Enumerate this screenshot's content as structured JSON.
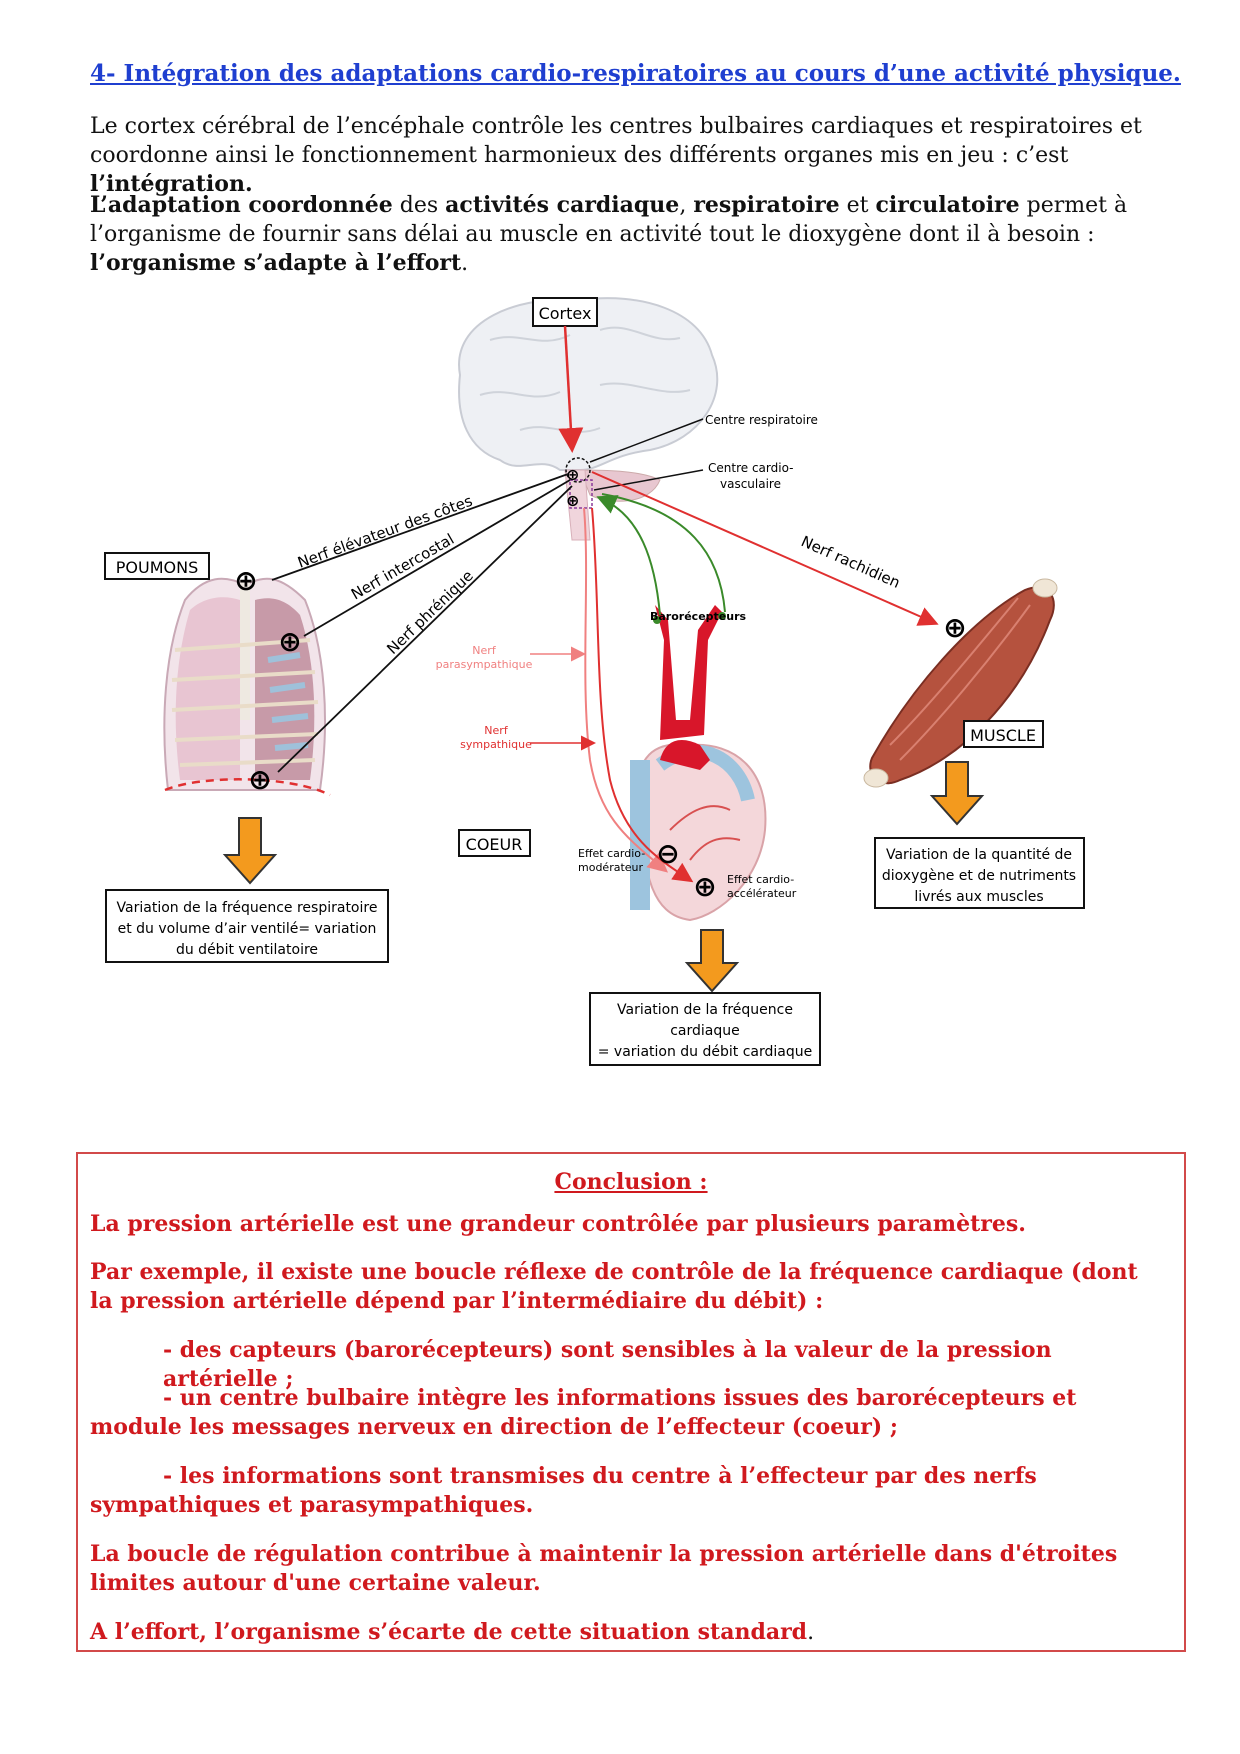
{
  "title": "4- Intégration des adaptations cardio-respiratoires au cours d’une activité physique.",
  "para1": {
    "text": "Le cortex cérébral de l’encéphale contrôle les centres bulbaires cardiaques et respiratoires et coordonne ainsi le fonctionnement harmonieux des différents organes mis en jeu : c’est ",
    "bold": "l’intégration."
  },
  "para2": {
    "b1": "L’adaptation coordonnée",
    "t1": " des ",
    "b2": "activités cardiaque",
    "t2": ", ",
    "b3": "respiratoire",
    "t3": " et ",
    "b4": "circulatoire",
    "t4": " permet à l’organisme de fournir sans délai au muscle en activité tout le dioxygène dont il à besoin : ",
    "b5": "l’organisme s’adapte à l’effort",
    "t5": "."
  },
  "diagram": {
    "cortex": "Cortex",
    "centre_resp": "Centre respiratoire",
    "centre_cv_1": "Centre cardio-",
    "centre_cv_2": "vasculaire",
    "poumons": "POUMONS",
    "nerf_elevateur": "Nerf élévateur des côtes",
    "nerf_intercostal": "Nerf intercostal",
    "nerf_phrenique": "Nerf phrénique",
    "nerf_rachidien": "Nerf rachidien",
    "barorecepteurs": "Barorécepteurs",
    "nerf_para_1": "Nerf",
    "nerf_para_2": "parasympathique",
    "nerf_symp_1": "Nerf",
    "nerf_symp_2": "sympathique",
    "coeur": "COEUR",
    "muscle": "MUSCLE",
    "effet_mod_1": "Effet cardio-",
    "effet_mod_2": "modérateur",
    "effet_acc_1": "Effet cardio-",
    "effet_acc_2": "accélérateur",
    "box_resp": [
      "Variation de la fréquence respiratoire",
      "et du volume d’air ventilé= variation",
      "du débit ventilatoire"
    ],
    "box_card": [
      "Variation de la fréquence",
      "cardiaque",
      "= variation du débit cardiaque"
    ],
    "box_muscle": [
      "Variation de la quantité de",
      "dioxygène et de nutriments",
      "livrés aux muscles"
    ]
  },
  "conclusion": {
    "title": "Conclusion :",
    "p1": "La pression artérielle est une grandeur contrôlée par plusieurs paramètres.",
    "p2": "Par exemple, il existe une boucle réflexe de contrôle de la fréquence cardiaque (dont la pression artérielle dépend par l’intermédiaire du débit) :",
    "p3": "- des capteurs (barorécepteurs) sont sensibles à la valeur de la pression artérielle ;",
    "p4": "- un centre bulbaire intègre les informations issues des barorécepteurs et module les messages nerveux en direction de l’effecteur (coeur) ;",
    "p5": "- les informations sont transmises du centre à l’effecteur par des nerfs sympathiques et parasympathiques.",
    "p6": "La boucle de régulation contribue à maintenir la pression artérielle dans d'étroites limites autour d'une certaine valeur.",
    "p7": "A l’effort, l’organisme s’écarte de cette situation standard",
    "p7_end": "."
  },
  "colors": {
    "title": "#1f3fd0",
    "conclusion": "#d0191e",
    "arrow": "#f39a1e",
    "nerve_red": "#e03030"
  }
}
